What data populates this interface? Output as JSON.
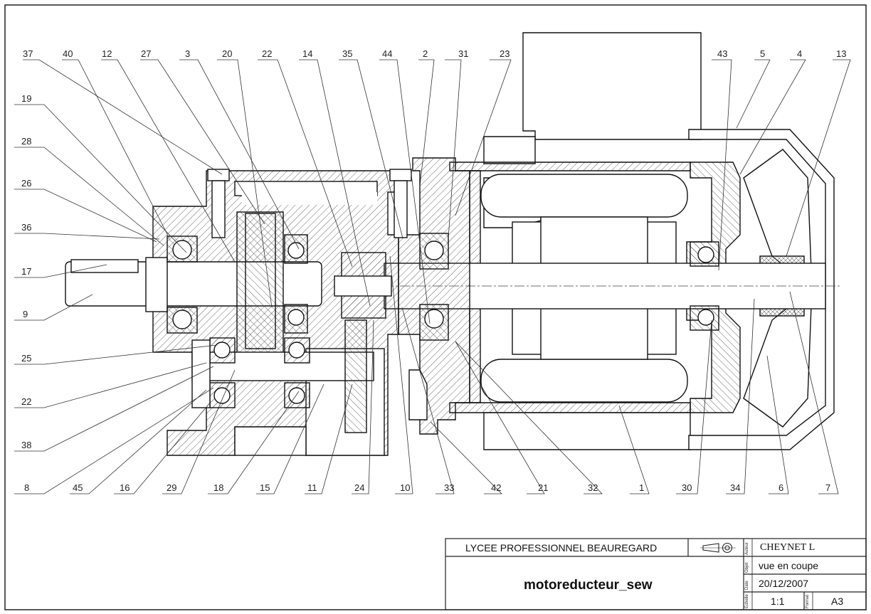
{
  "callouts_top": [
    "37",
    "40",
    "12",
    "27",
    "3",
    "20",
    "22",
    "14",
    "35",
    "44",
    "2",
    "31",
    "23",
    "43",
    "5",
    "4",
    "13"
  ],
  "callouts_left": [
    "19",
    "28",
    "26",
    "36",
    "17",
    "9",
    "25",
    "22",
    "38",
    "8"
  ],
  "callouts_bottom": [
    "45",
    "16",
    "29",
    "18",
    "15",
    "11",
    "24",
    "10",
    "33",
    "42",
    "21",
    "32",
    "1",
    "30",
    "34",
    "6",
    "7"
  ],
  "title_block": {
    "school": "LYCEE PROFESSIONNEL BEAUREGARD",
    "drawing_name": "motoreducteur_sew",
    "author": "CHEYNET L",
    "object": "vue en coupe",
    "date": "20/12/2007",
    "scale": "1:1",
    "format": "A3",
    "side_labels": {
      "author": "Auteur",
      "object": "Objet",
      "date": "Date",
      "scale": "Echelle",
      "format": "Format"
    }
  }
}
